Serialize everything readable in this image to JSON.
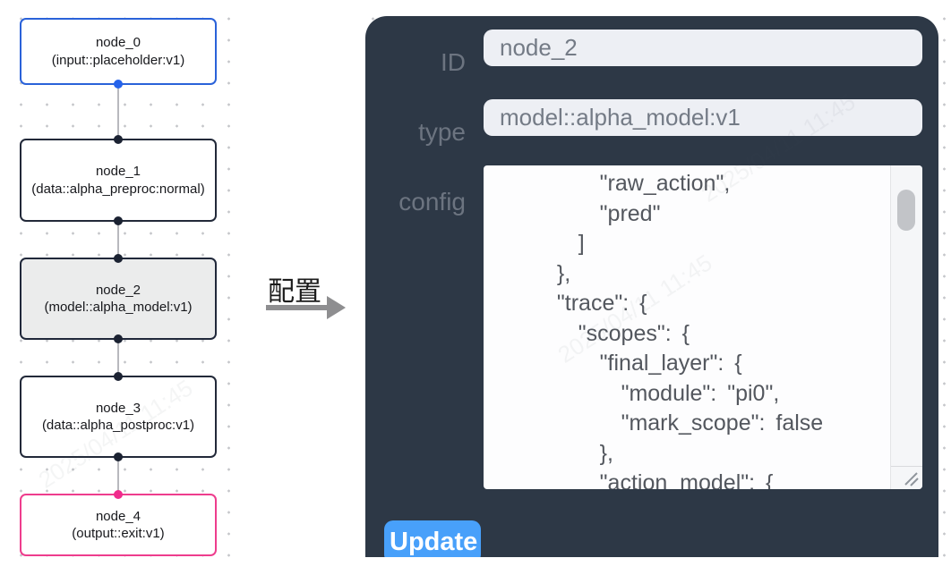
{
  "flow": {
    "nodes": [
      {
        "title": "node_0",
        "subtitle": "(input::placeholder:v1)",
        "kind": "input"
      },
      {
        "title": "node_1",
        "subtitle": "(data::alpha_preproc:normal)",
        "kind": "default"
      },
      {
        "title": "node_2",
        "subtitle": "(model::alpha_model:v1)",
        "kind": "selected"
      },
      {
        "title": "node_3",
        "subtitle": "(data::alpha_postproc:v1)",
        "kind": "default"
      },
      {
        "title": "node_4",
        "subtitle": "(output::exit:v1)",
        "kind": "output"
      }
    ],
    "colors": {
      "input_accent": "#2a62d9",
      "default_accent": "#1b2232",
      "output_accent": "#f02b8c"
    }
  },
  "transition": {
    "label": "配置"
  },
  "panel": {
    "bg_color": "#2d3846",
    "fields": [
      {
        "label": "ID",
        "value": "node_2"
      },
      {
        "label": "type",
        "value": "model::alpha_model:v1"
      }
    ],
    "config": {
      "label": "config",
      "text": "      \"raw_action\",\n      \"pred\"\n    ]\n  },\n  \"trace\": {\n    \"scopes\": {\n      \"final_layer\": {\n        \"module\": \"pi0\",\n        \"mark_scope\": false\n      },\n      \"action_model\": {"
    },
    "update_label": "Update",
    "button_color": "#48a0fa"
  },
  "watermark": "2025/04/11 11:45"
}
